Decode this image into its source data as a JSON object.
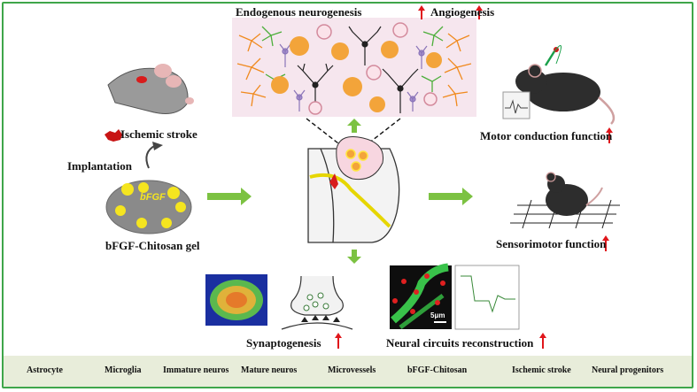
{
  "top": {
    "neurogenesis_label": "Endogenous neurogenesis",
    "angiogenesis_label": "Angiogenesis"
  },
  "left": {
    "stroke_label": "Ischemic stroke",
    "implantation_label": "Implantation",
    "gel_label": "bFGF-Chitosan gel",
    "gel_bead_text": "bFGF"
  },
  "right": {
    "motor_label": "Motor conduction function",
    "sensorimotor_label": "Sensorimotor function"
  },
  "bottom": {
    "synapto_label": "Synaptogenesis",
    "circuits_label": "Neural circuits reconstruction",
    "scale_text": "5μm"
  },
  "legend": [
    {
      "icon": "astrocyte-icon",
      "label": "Astrocyte"
    },
    {
      "icon": "microglia-icon",
      "label": "Microglia"
    },
    {
      "icon": "immature-neuron-icon",
      "label": "Immature neuros"
    },
    {
      "icon": "mature-neuron-icon",
      "label": "Mature neuros"
    },
    {
      "icon": "microvessel-icon",
      "label": "Microvessels"
    },
    {
      "icon": "bfgf-chitosan-icon",
      "label": "bFGF-Chitosan"
    },
    {
      "icon": "ischemic-stroke-icon",
      "label": "Ischemic stroke"
    },
    {
      "icon": "neural-progenitor-icon",
      "label": "Neural progenitors"
    }
  ],
  "colors": {
    "frame": "#3fa64a",
    "arrow": "#7cc242",
    "up_arrow": "#e0161b",
    "astrocyte": "#f08a1e",
    "microglia": "#4cae3a",
    "bfgf": "#f3a43a",
    "bead": "#f5e51f",
    "legend_bg": "#e8edda"
  }
}
